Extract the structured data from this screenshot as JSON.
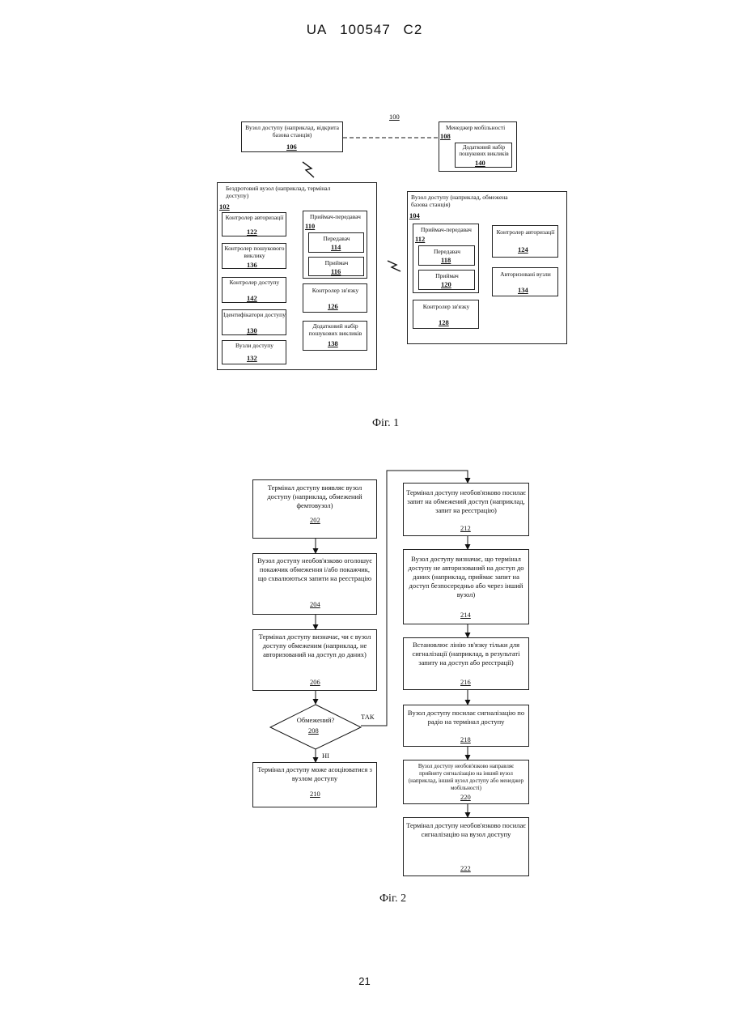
{
  "header": {
    "country": "UA",
    "number": "100547",
    "kind": "C2"
  },
  "fig1": {
    "caption": "Фіг. 1",
    "system_ref": "100",
    "access_open": {
      "text": "Вузол доступу (наприклад, відкрита базова станція)",
      "ref": "106"
    },
    "mobility": {
      "title": "Менеджер мобільності",
      "ref": "108",
      "paging": {
        "text": "Додатковий набір пошукових викликів",
        "ref": "140"
      }
    },
    "wireless": {
      "title": "Бездротовий вузол (наприклад, термінал доступу)",
      "ref": "102",
      "auth_ctrl": {
        "text": "Контролер авторизації",
        "ref": "122"
      },
      "paging_ctrl": {
        "text": "Контролер пошукового виклику",
        "ref": "136"
      },
      "access_ctrl": {
        "text": "Контролер доступу",
        "ref": "142"
      },
      "access_ids": {
        "text": "Ідентифікатори доступу",
        "ref": "130"
      },
      "access_nodes": {
        "text": "Вузли доступу",
        "ref": "132"
      },
      "transceiver": {
        "text": "Приймач-передавач",
        "ref": "110",
        "tx": {
          "text": "Передавач",
          "ref": "114"
        },
        "rx": {
          "text": "Приймач",
          "ref": "116"
        }
      },
      "comm_ctrl": {
        "text": "Контролер зв'язку",
        "ref": "126"
      },
      "paging_set": {
        "text": "Додатковий набір пошукових викликів",
        "ref": "138"
      }
    },
    "restricted": {
      "title": "Вузол доступу (наприклад, обмежена базова станція)",
      "ref": "104",
      "transceiver": {
        "text": "Приймач-передавач",
        "ref": "112",
        "tx": {
          "text": "Передавач",
          "ref": "118"
        },
        "rx": {
          "text": "Приймач",
          "ref": "120"
        }
      },
      "comm_ctrl": {
        "text": "Контролер зв'язку",
        "ref": "128"
      },
      "auth_ctrl": {
        "text": "Контролер авторизації",
        "ref": "124"
      },
      "auth_nodes": {
        "text": "Авторизовані вузли",
        "ref": "134"
      }
    }
  },
  "fig2": {
    "caption": "Фіг. 2",
    "s202": {
      "text": "Термінал доступу виявляє вузол доступу (наприклад, обмежений фемтовузол)",
      "ref": "202"
    },
    "s204": {
      "text": "Вузол доступу необов'язково оголошує покажчик обмеження і/або покажчик, що схвалюються запити на реєстрацію",
      "ref": "204"
    },
    "s206": {
      "text": "Термінал доступу визначає, чи є вузол доступу обмеженим (наприклад, не авторизований на доступ до даних)",
      "ref": "206"
    },
    "s208": {
      "text": "Обмежений?",
      "ref": "208",
      "yes": "ТАК",
      "no": "НІ"
    },
    "s210": {
      "text": "Термінал доступу може асоціюватися з вузлом доступу",
      "ref": "210"
    },
    "s212": {
      "text": "Термінал доступу необов'язково посилає запит на обмежений доступ (наприклад, запит на реєстрацію)",
      "ref": "212"
    },
    "s214": {
      "text": "Вузол доступу визначає, що термінал доступу не авторизований на доступ до даних (наприклад, приймає запит на доступ безпосередньо або через інший вузол)",
      "ref": "214"
    },
    "s216": {
      "text": "Встановлює лінію зв'язку тільки для сигналізації (наприклад, в результаті запиту на доступ або реєстрації)",
      "ref": "216"
    },
    "s218": {
      "text": "Вузол доступу посилає сигналізацію по радіо на термінал доступу",
      "ref": "218"
    },
    "s220": {
      "text": "Вузол доступу необов'язково направляє прийняту сигналізацію на інший вузол (наприклад, інший вузол доступу або менеджер мобільності)",
      "ref": "220"
    },
    "s222": {
      "text": "Термінал доступу необов'язково посилає сигналізацію на вузол доступу",
      "ref": "222"
    }
  },
  "page_number": "21"
}
